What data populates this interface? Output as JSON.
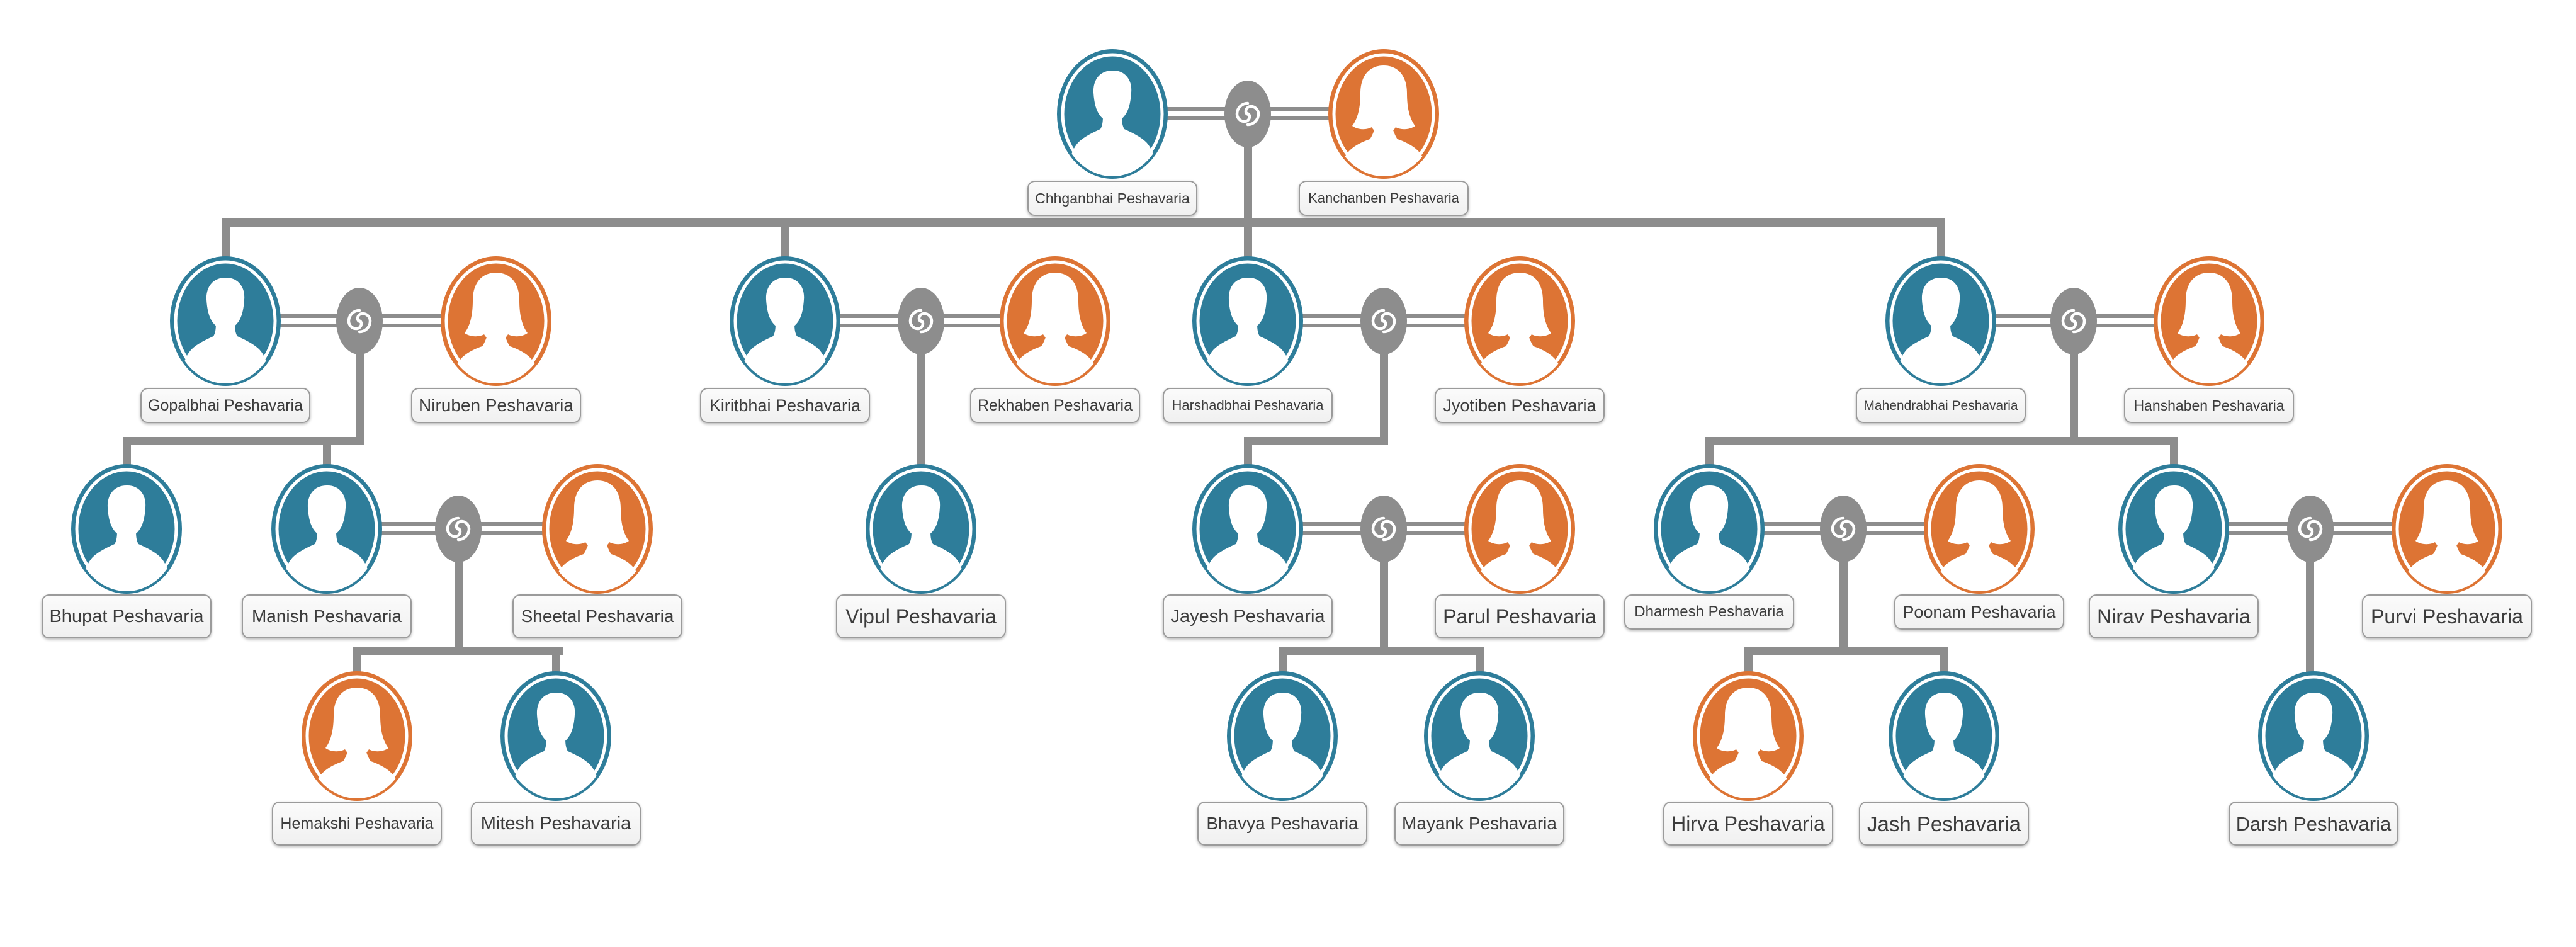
{
  "page": {
    "diagram_type": "family-tree",
    "family_surname": "Peshavaria",
    "background": "#ffffff"
  },
  "colors": {
    "male_avatar": "#2e7d9a",
    "female_avatar": "#dd7434",
    "connector": "#8d8d8d",
    "label_background": "#f5f5f5",
    "label_border": "#9b9b9b",
    "label_text": "#3c3c3c"
  },
  "people": [
    {
      "name": "Chhganbhai Peshavaria",
      "gender": "male",
      "generation": 1
    },
    {
      "name": "Kanchanben Peshavaria",
      "gender": "female",
      "generation": 1
    },
    {
      "name": "Gopalbhai Peshavaria",
      "gender": "male",
      "generation": 2
    },
    {
      "name": "Niruben Peshavaria",
      "gender": "female",
      "generation": 2
    },
    {
      "name": "Kiritbhai Peshavaria",
      "gender": "male",
      "generation": 2
    },
    {
      "name": "Rekhaben Peshavaria",
      "gender": "female",
      "generation": 2
    },
    {
      "name": "Harshadbhai Peshavaria",
      "gender": "male",
      "generation": 2
    },
    {
      "name": "Jyotiben Peshavaria",
      "gender": "female",
      "generation": 2
    },
    {
      "name": "Mahendrabhai Peshavaria",
      "gender": "male",
      "generation": 2
    },
    {
      "name": "Hanshaben Peshavaria",
      "gender": "female",
      "generation": 2
    },
    {
      "name": "Bhupat Peshavaria",
      "gender": "male",
      "generation": 3
    },
    {
      "name": "Manish Peshavaria",
      "gender": "male",
      "generation": 3
    },
    {
      "name": "Sheetal Peshavaria",
      "gender": "female",
      "generation": 3
    },
    {
      "name": "Vipul Peshavaria",
      "gender": "male",
      "generation": 3
    },
    {
      "name": "Jayesh Peshavaria",
      "gender": "male",
      "generation": 3
    },
    {
      "name": "Parul Peshavaria",
      "gender": "female",
      "generation": 3
    },
    {
      "name": "Dharmesh Peshavaria",
      "gender": "male",
      "generation": 3
    },
    {
      "name": "Poonam Peshavaria",
      "gender": "female",
      "generation": 3
    },
    {
      "name": "Nirav Peshavaria",
      "gender": "male",
      "generation": 3
    },
    {
      "name": "Purvi Peshavaria",
      "gender": "female",
      "generation": 3
    },
    {
      "name": "Hemakshi Peshavaria",
      "gender": "female",
      "generation": 4
    },
    {
      "name": "Mitesh Peshavaria",
      "gender": "male",
      "generation": 4
    },
    {
      "name": "Bhavya Peshavaria",
      "gender": "male",
      "generation": 4
    },
    {
      "name": "Mayank Peshavaria",
      "gender": "male",
      "generation": 4
    },
    {
      "name": "Hirva Peshavaria",
      "gender": "female",
      "generation": 4
    },
    {
      "name": "Jash Peshavaria",
      "gender": "male",
      "generation": 4
    },
    {
      "name": "Darsh Peshavaria",
      "gender": "male",
      "generation": 4
    }
  ],
  "relationships": {
    "marriages": [
      [
        "Chhganbhai Peshavaria",
        "Kanchanben Peshavaria"
      ],
      [
        "Gopalbhai Peshavaria",
        "Niruben Peshavaria"
      ],
      [
        "Kiritbhai Peshavaria",
        "Rekhaben Peshavaria"
      ],
      [
        "Harshadbhai Peshavaria",
        "Jyotiben Peshavaria"
      ],
      [
        "Mahendrabhai Peshavaria",
        "Hanshaben Peshavaria"
      ],
      [
        "Manish Peshavaria",
        "Sheetal Peshavaria"
      ],
      [
        "Jayesh Peshavaria",
        "Parul Peshavaria"
      ],
      [
        "Dharmesh Peshavaria",
        "Poonam Peshavaria"
      ],
      [
        "Nirav Peshavaria",
        "Purvi Peshavaria"
      ]
    ],
    "children": [
      {
        "parents": [
          "Chhganbhai Peshavaria",
          "Kanchanben Peshavaria"
        ],
        "children": [
          "Gopalbhai Peshavaria",
          "Kiritbhai Peshavaria",
          "Harshadbhai Peshavaria",
          "Mahendrabhai Peshavaria"
        ]
      },
      {
        "parents": [
          "Gopalbhai Peshavaria",
          "Niruben Peshavaria"
        ],
        "children": [
          "Bhupat Peshavaria",
          "Manish Peshavaria"
        ]
      },
      {
        "parents": [
          "Kiritbhai Peshavaria",
          "Rekhaben Peshavaria"
        ],
        "children": [
          "Vipul Peshavaria"
        ]
      },
      {
        "parents": [
          "Harshadbhai Peshavaria",
          "Jyotiben Peshavaria"
        ],
        "children": [
          "Jayesh Peshavaria"
        ]
      },
      {
        "parents": [
          "Mahendrabhai Peshavaria",
          "Hanshaben Peshavaria"
        ],
        "children": [
          "Dharmesh Peshavaria",
          "Nirav Peshavaria"
        ]
      },
      {
        "parents": [
          "Manish Peshavaria",
          "Sheetal Peshavaria"
        ],
        "children": [
          "Hemakshi Peshavaria",
          "Mitesh Peshavaria"
        ]
      },
      {
        "parents": [
          "Jayesh Peshavaria",
          "Parul Peshavaria"
        ],
        "children": [
          "Bhavya Peshavaria",
          "Mayank Peshavaria"
        ]
      },
      {
        "parents": [
          "Dharmesh Peshavaria",
          "Poonam Peshavaria"
        ],
        "children": [
          "Hirva Peshavaria",
          "Jash Peshavaria"
        ]
      },
      {
        "parents": [
          "Nirav Peshavaria",
          "Purvi Peshavaria"
        ],
        "children": [
          "Darsh Peshavaria"
        ]
      }
    ]
  }
}
